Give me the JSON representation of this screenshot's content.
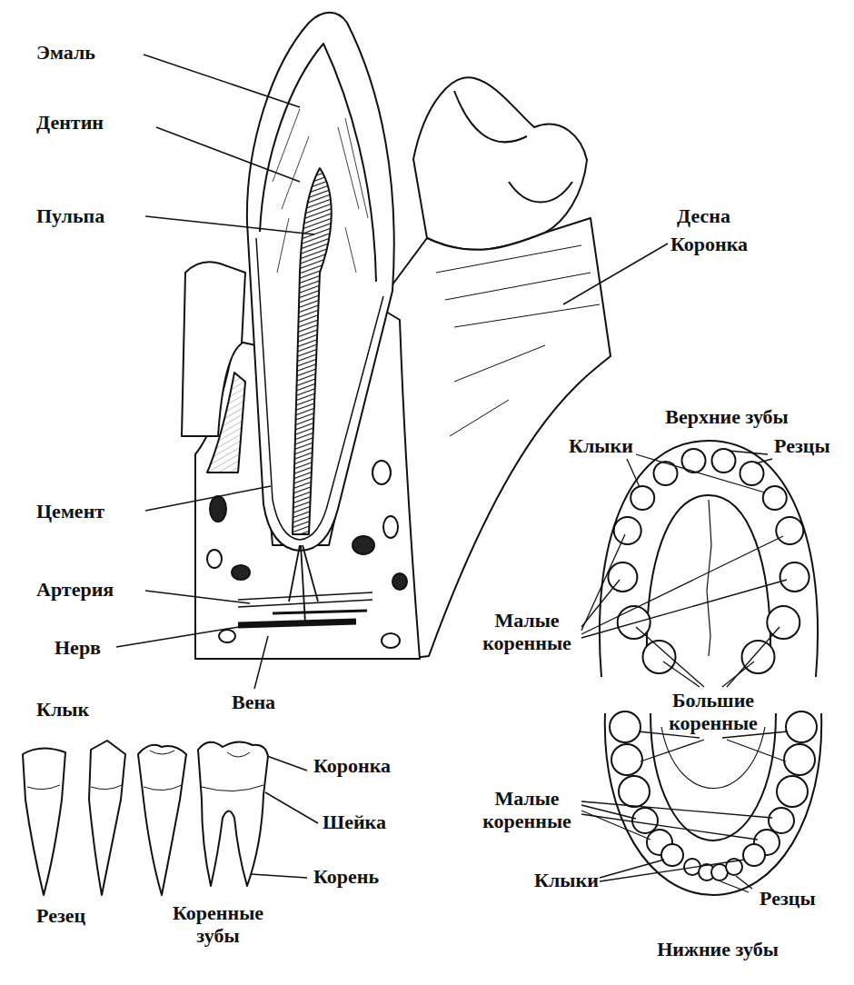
{
  "diagram": {
    "labels": [
      "Эмаль",
      "Дентин",
      "Пульпа",
      "Десна",
      "Коронка",
      "Верхние зубы",
      "Клыки",
      "Резцы",
      "Цемент",
      "Артерия",
      "Малые коренные",
      "Нерв",
      "Большие коренные",
      "Вена",
      "Клык",
      "Коронка",
      "Шейка",
      "Корень",
      "Малые коренные",
      "Резец",
      "Коренные зубы",
      "Клыки",
      "Резцы",
      "Нижние зубы"
    ]
  }
}
